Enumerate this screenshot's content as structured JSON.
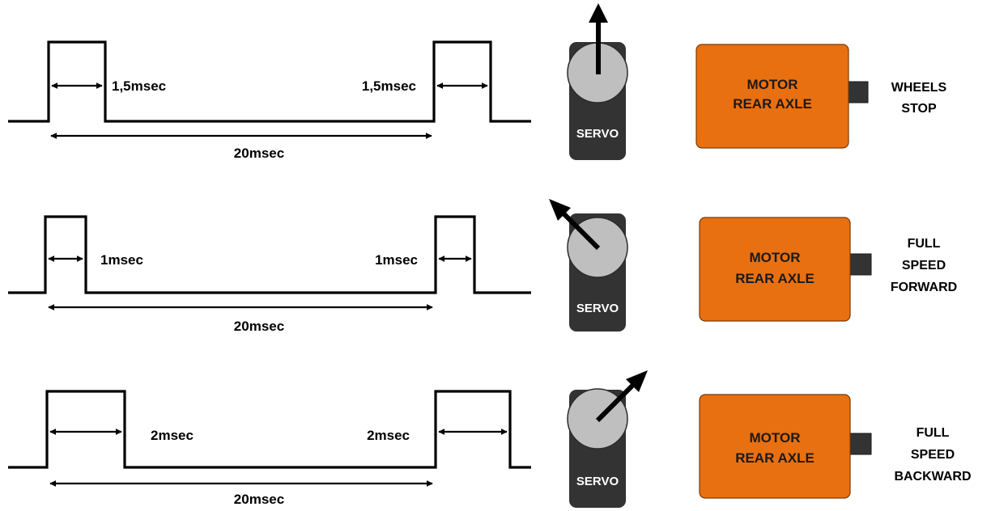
{
  "colors": {
    "motor_fill": "#E87011",
    "servo_body": "#333333",
    "servo_horn": "#BFBFBF",
    "line": "#000000"
  },
  "rows": [
    {
      "pulse_label_left": "1,5msec",
      "pulse_label_right": "1,5msec",
      "pulse_width_ms": 1.5,
      "period_label": "20msec",
      "servo_label": "SERVO",
      "servo_arrow": "up",
      "motor_line1": "MOTOR",
      "motor_line2": "REAR AXLE",
      "state_lines": [
        "WHEELS",
        "STOP"
      ]
    },
    {
      "pulse_label_left": "1msec",
      "pulse_label_right": "1msec",
      "pulse_width_ms": 1,
      "period_label": "20msec",
      "servo_label": "SERVO",
      "servo_arrow": "up-left",
      "motor_line1": "MOTOR",
      "motor_line2": "REAR AXLE",
      "state_lines": [
        "FULL",
        "SPEED",
        "FORWARD"
      ]
    },
    {
      "pulse_label_left": "2msec",
      "pulse_label_right": "2msec",
      "pulse_width_ms": 2,
      "period_label": "20msec",
      "servo_label": "SERVO",
      "servo_arrow": "up-right",
      "motor_line1": "MOTOR",
      "motor_line2": "REAR AXLE",
      "state_lines": [
        "FULL",
        "SPEED",
        "BACKWARD"
      ]
    }
  ]
}
